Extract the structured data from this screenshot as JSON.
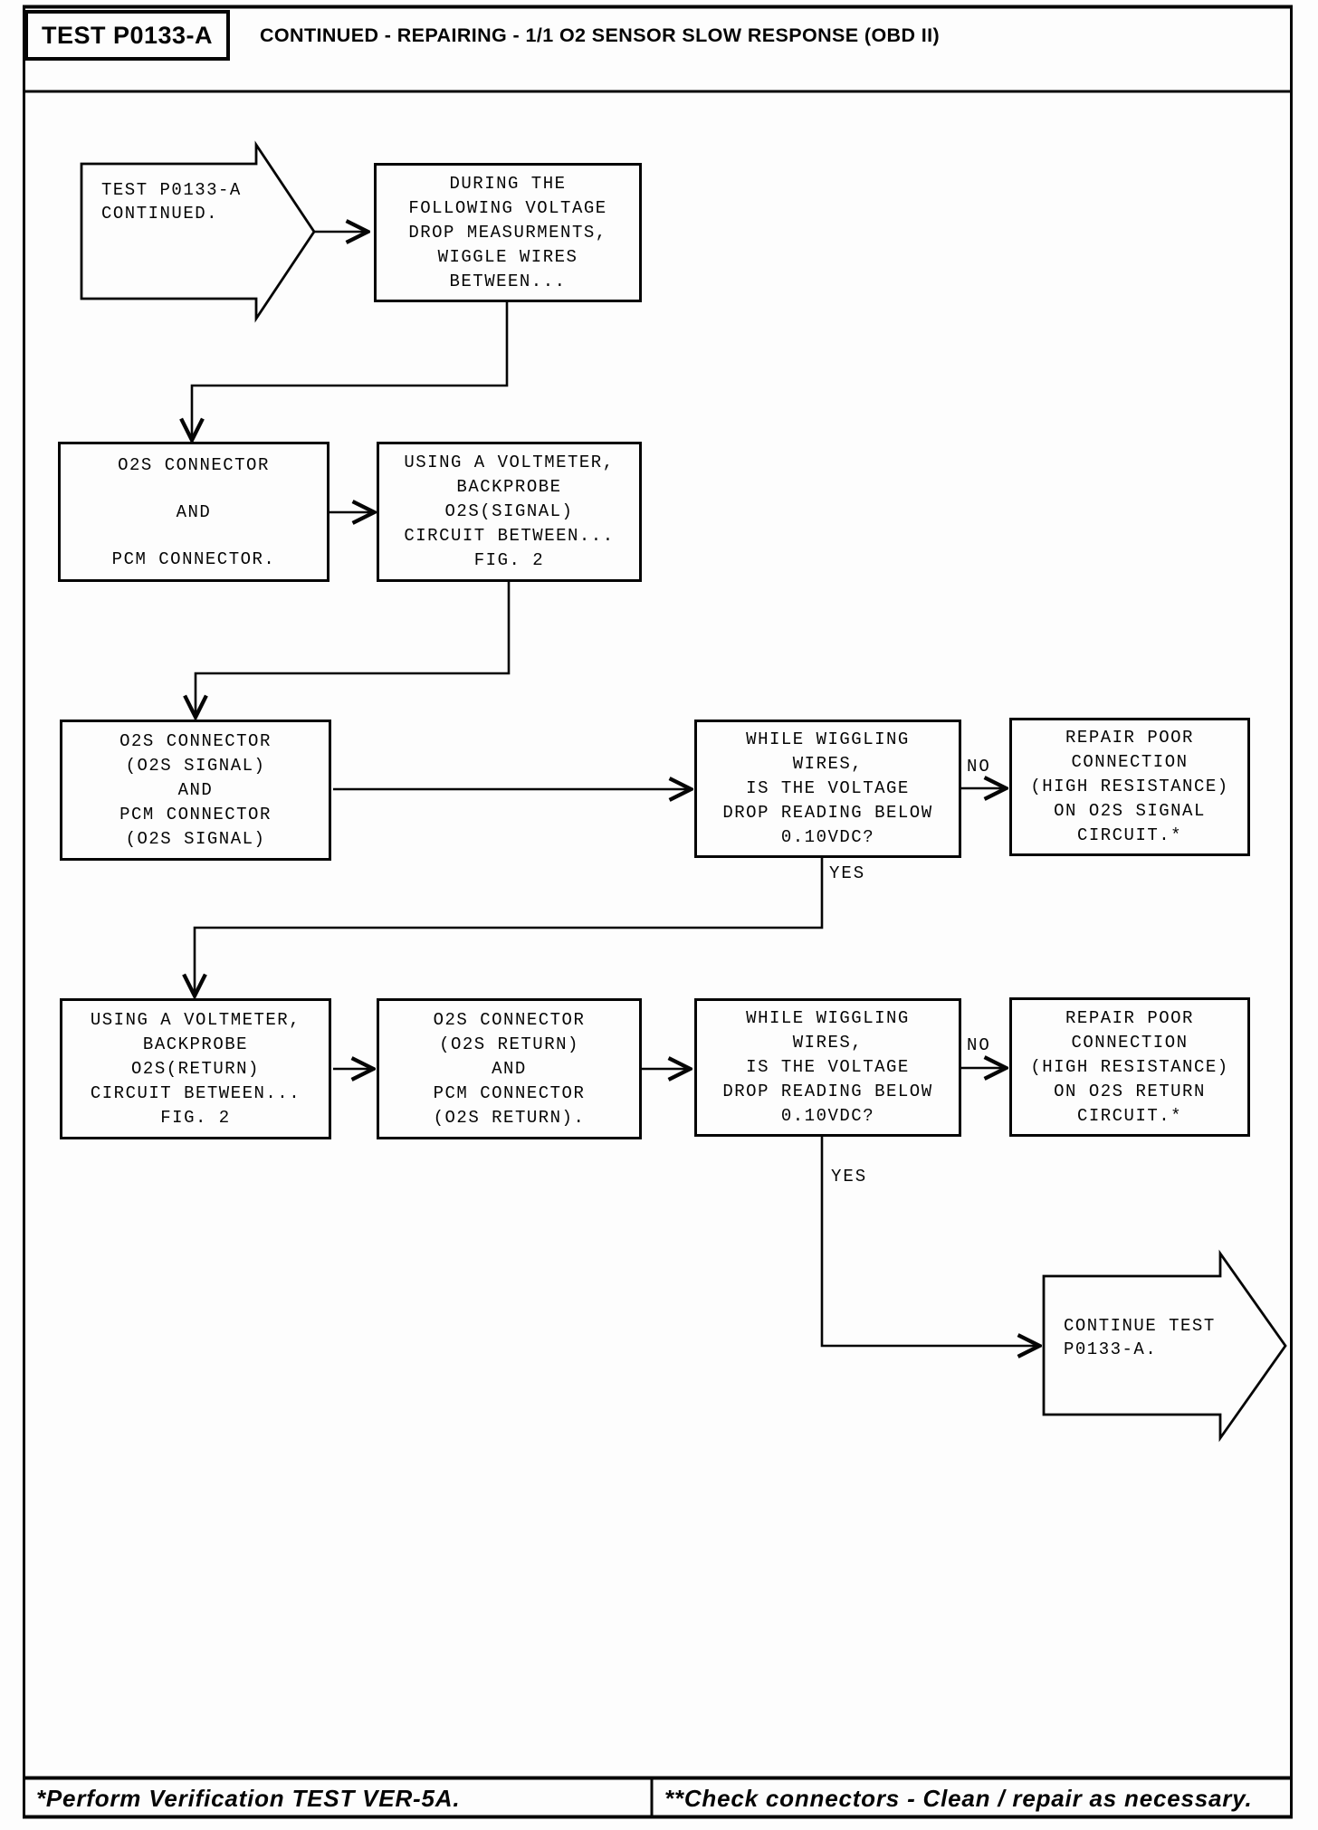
{
  "header": {
    "test_label": "TEST P0133-A",
    "title": "CONTINUED - REPAIRING - 1/1 O2 SENSOR SLOW RESPONSE (OBD II)"
  },
  "flowchart": {
    "start_banner": "TEST P0133-A\nCONTINUED.",
    "boxes": {
      "during": "DURING THE\nFOLLOWING VOLTAGE\nDROP MEASURMENTS,\nWIGGLE WIRES\nBETWEEN...",
      "connectors_pair": "O2S CONNECTOR\n\nAND\n\nPCM CONNECTOR.",
      "voltmeter_signal": "USING A VOLTMETER,\nBACKPROBE\nO2S(SIGNAL)\nCIRCUIT BETWEEN...\nFIG. 2",
      "connectors_signal": "O2S CONNECTOR\n(O2S SIGNAL)\nAND\nPCM CONNECTOR\n(O2S SIGNAL)",
      "decision_signal": "WHILE WIGGLING\nWIRES,\nIS THE VOLTAGE\nDROP READING BELOW\n0.10VDC?",
      "repair_signal": "REPAIR POOR\nCONNECTION\n(HIGH RESISTANCE)\nON O2S SIGNAL\nCIRCUIT.*",
      "voltmeter_return": "USING A VOLTMETER,\nBACKPROBE\nO2S(RETURN)\nCIRCUIT BETWEEN...\nFIG. 2",
      "connectors_return": "O2S CONNECTOR\n(O2S RETURN)\nAND\nPCM CONNECTOR\n(O2S RETURN).",
      "decision_return": "WHILE WIGGLING\nWIRES,\nIS THE VOLTAGE\nDROP READING BELOW\n0.10VDC?",
      "repair_return": "REPAIR POOR\nCONNECTION\n(HIGH RESISTANCE)\nON O2S RETURN\nCIRCUIT.*"
    },
    "end_banner": "CONTINUE TEST\nP0133-A.",
    "labels": {
      "no_signal": "NO",
      "yes_signal": "YES",
      "no_return": "NO",
      "yes_return": "YES"
    }
  },
  "footer": {
    "left_note": "*Perform Verification TEST VER-5A.",
    "right_note": "**Check connectors - Clean / repair as necessary."
  },
  "colors": {
    "ink": "#050505",
    "paper": "#fdfdfd"
  }
}
